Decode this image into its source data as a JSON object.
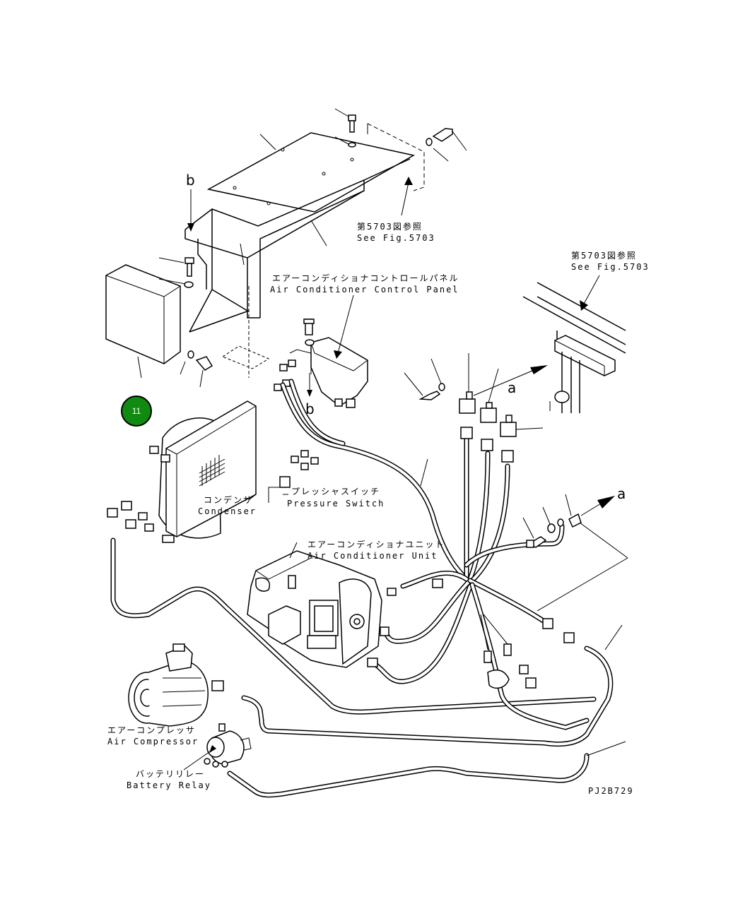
{
  "badge": {
    "number": "11",
    "color": "#108a10"
  },
  "labels": {
    "ref_top_jp": "第5703図参照",
    "ref_top_en": "See Fig.5703",
    "ref_right_jp": "第5703図参照",
    "ref_right_en": "See Fig.5703",
    "control_panel_jp": "エアーコンディショナコントロールパネル",
    "control_panel_en": "Air Conditioner Control Panel",
    "condenser_jp": "コンデンサ",
    "condenser_en": "Condenser",
    "pressure_switch_jp": "プレッシャスイッチ",
    "pressure_switch_en": "Pressure Switch",
    "ac_unit_jp": "エアーコンディショナユニット",
    "ac_unit_en": "Air Conditioner Unit",
    "compressor_jp": "エアーコンプレッサ",
    "compressor_en": "Air Compressor",
    "battery_relay_jp": "バッテリリレー",
    "battery_relay_en": "Battery Relay",
    "ref_b_top": "b",
    "ref_b_mid": "b",
    "ref_a_left": "a",
    "ref_a_right": "a",
    "drawing_code": "PJ2B729"
  }
}
